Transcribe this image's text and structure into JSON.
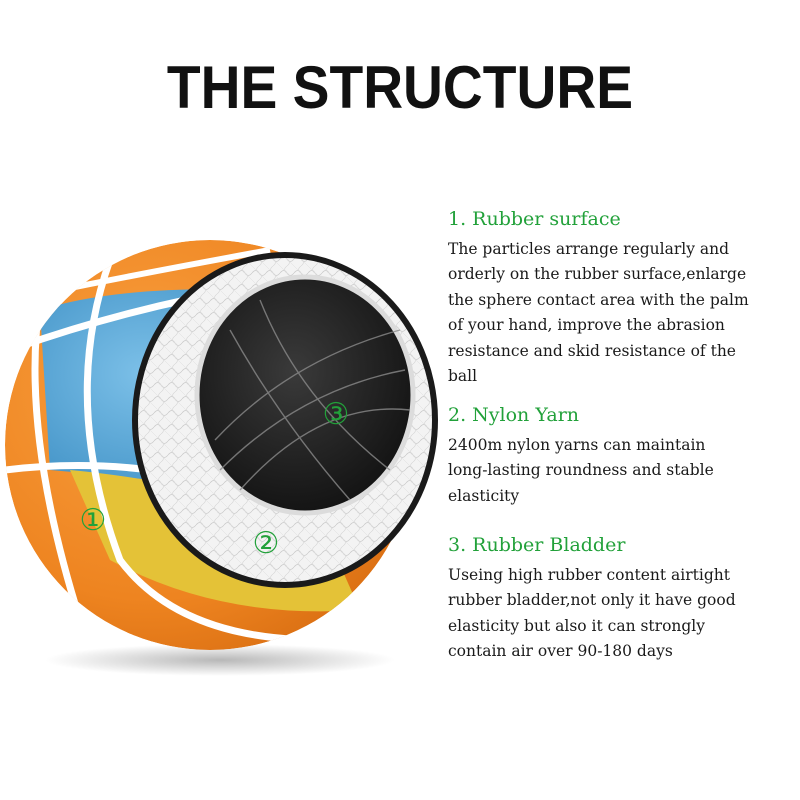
{
  "title": "THE STRUCTURE",
  "colors": {
    "heading_green": "#22a13a",
    "ball_orange": "#f28a2a",
    "ball_blue": "#5aa9d8",
    "ball_yellow": "#e6c03a",
    "yarn_white": "#f1f1f1",
    "bladder_black": "#1a1a1a"
  },
  "markers": {
    "one": "①",
    "two": "②",
    "three": "③"
  },
  "features": [
    {
      "heading": "1. Rubber surface",
      "lines": [
        "The particles arrange regularly and",
        "orderly on the rubber surface,enlarge",
        "the sphere contact area with the palm",
        "of your hand, improve the abrasion",
        "resistance and skid resistance of the",
        "ball"
      ]
    },
    {
      "heading": "2. Nylon Yarn",
      "lines": [
        "2400m nylon yarns can maintain",
        "long-lasting roundness and stable",
        "elasticity"
      ]
    },
    {
      "heading": "3. Rubber Bladder",
      "lines": [
        "Useing high rubber content airtight",
        "rubber bladder,not only it have good",
        "elasticity but also it can strongly",
        "contain air over 90-180 days"
      ]
    }
  ]
}
